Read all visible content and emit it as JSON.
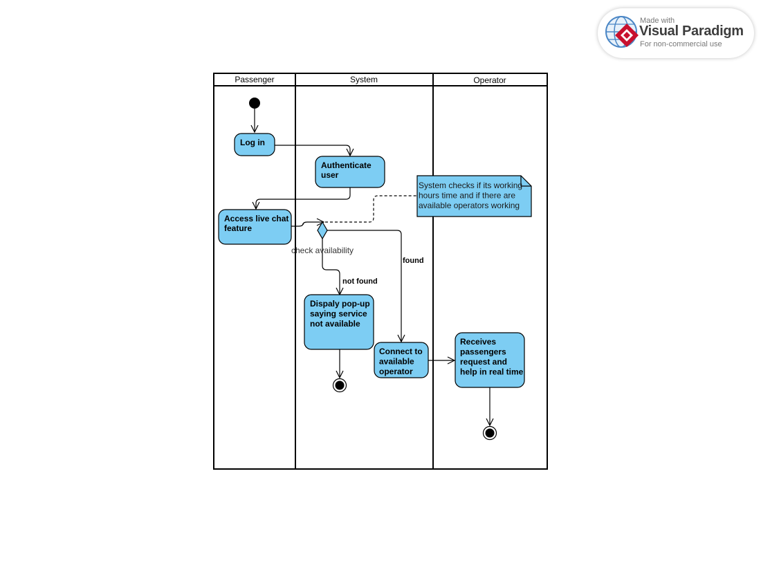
{
  "watermark": {
    "made_with": "Made with",
    "brand": "Visual Paradigm",
    "subtitle": "For non-commercial use"
  },
  "lanes": [
    "Passenger",
    "System",
    "Operator"
  ],
  "nodes": {
    "login": [
      "Log in"
    ],
    "authenticate": [
      "Authenticate",
      "user"
    ],
    "access_chat": [
      "Access live chat",
      "feature"
    ],
    "display_popup": [
      "Dispaly pop-up",
      "saying service",
      "not available"
    ],
    "connect_operator": [
      "Connect to",
      "available",
      "operator"
    ],
    "receives_request": [
      "Receives",
      "passengers",
      "request and",
      "help in real time"
    ]
  },
  "note": [
    "System checks if its working",
    "hours time and if there are",
    "available operators working"
  ],
  "labels": {
    "guard": "check availability",
    "not_found": "not found",
    "found": "found"
  },
  "colors": {
    "action_fill": "#7dcdf3",
    "stroke": "#000000"
  }
}
